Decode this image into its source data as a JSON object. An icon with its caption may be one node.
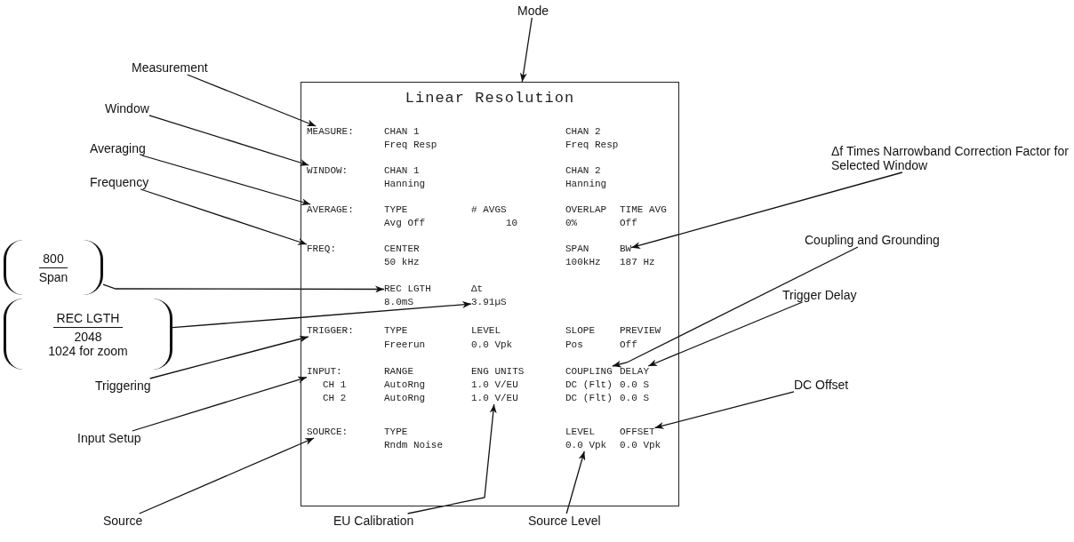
{
  "diagram": {
    "nodes": [
      {
        "text": [
          "Mode"
        ]
      },
      {
        "text": [
          "Measurement"
        ]
      },
      {
        "text": [
          "Linear Resolution"
        ]
      },
      {
        "text": [
          "MEASURE:"
        ],
        "in": 2
      },
      {
        "text": [
          "WINDOW:"
        ],
        "in": 2
      },
      {
        "text": [
          "AVERAGE:"
        ],
        "in": 2
      },
      {
        "text": [
          "FREQ:"
        ],
        "in": 2
      },
      {
        "text": [
          "BW"
        ],
        "in": 2
      },
      {
        "text": [
          "REC LGTH"
        ],
        "in": 2
      },
      {
        "text": [
          "3.91µS"
        ],
        "in": 2
      },
      {
        "text": [
          "TRIGGER:"
        ],
        "in": 2
      },
      {
        "text": [
          "INPUT:"
        ],
        "in": 2
      },
      {
        "text": [
          "COUPLING"
        ],
        "in": 2
      },
      {
        "text": [
          "DELAY"
        ],
        "in": 2
      },
      {
        "text": [
          "1.0 V/EU"
        ],
        "in": 2
      },
      {
        "text": [
          "SOURCE:"
        ],
        "in": 2
      },
      {
        "text": [
          "0.0 Vpk"
        ],
        "in": 2
      },
      {
        "text": [
          "OFFSET"
        ],
        "in": 2
      },
      {
        "text": [
          "Window"
        ]
      },
      {
        "text": [
          "Averaging"
        ]
      },
      {
        "text": [
          "Frequency"
        ]
      },
      {
        "text": [
          "Δf Times Narrowband Correction Factor for Selected Window"
        ]
      },
      {
        "text": [
          "800",
          "Span"
        ]
      },
      {
        "text": [
          "REC LGTH",
          "2048",
          "1024 for zoom"
        ]
      },
      {
        "text": [
          "Coupling and Grounding"
        ]
      },
      {
        "text": [
          "Trigger Delay"
        ]
      },
      {
        "text": [
          "Triggering"
        ]
      },
      {
        "text": [
          "Input Setup"
        ]
      },
      {
        "text": [
          "DC Offset"
        ]
      },
      {
        "text": [
          "Source"
        ]
      },
      {
        "text": [
          "EU Calibration"
        ]
      },
      {
        "text": [
          "Source Level"
        ]
      }
    ],
    "edges": [
      {
        "from": 0,
        "to": 2,
        "arrow": "to"
      },
      {
        "from": 1,
        "to": 3,
        "arrow": "to"
      },
      {
        "from": 18,
        "to": 4,
        "arrow": "to"
      },
      {
        "from": 19,
        "to": 5,
        "arrow": "to"
      },
      {
        "from": 20,
        "to": 6,
        "arrow": "to"
      },
      {
        "from": 21,
        "to": 7,
        "arrow": "to"
      },
      {
        "from": 22,
        "to": 8,
        "arrow": "to"
      },
      {
        "from": 23,
        "to": 9,
        "arrow": "to"
      },
      {
        "from": 24,
        "to": 12,
        "arrow": "to"
      },
      {
        "from": 25,
        "to": 13,
        "arrow": "to"
      },
      {
        "from": 26,
        "to": 10,
        "arrow": "to"
      },
      {
        "from": 27,
        "to": 11,
        "arrow": "to"
      },
      {
        "from": 28,
        "to": 17,
        "arrow": "to"
      },
      {
        "from": 29,
        "to": 15,
        "arrow": "to"
      },
      {
        "from": 30,
        "to": 14,
        "arrow": "to"
      },
      {
        "from": 31,
        "to": 16,
        "arrow": "to"
      }
    ],
    "labels": [
      "CHAN 1",
      "CHAN 2",
      "Freq Resp",
      "Freq Resp",
      "CHAN 1",
      "CHAN 2",
      "Hanning",
      "Hanning",
      "TYPE",
      "# AVGS",
      "OVERLAP",
      "TIME AVG",
      "Avg Off",
      "10",
      "0%",
      "Off",
      "CENTER",
      "SPAN",
      "50 kHz",
      "100kHz",
      "187 Hz",
      "Δt",
      "8.0mS",
      "TYPE",
      "LEVEL",
      "SLOPE",
      "PREVIEW",
      "Freerun",
      "0.0 Vpk",
      "Pos",
      "Off",
      "RANGE",
      "ENG UNITS",
      "CH 1",
      "AutoRng",
      "1.0 V/EU",
      "DC (Flt)",
      "0.0 S",
      "CH 2",
      "AutoRng",
      "DC (Flt)",
      "0.0 S",
      "TYPE",
      "LEVEL",
      "Rndm Noise",
      "0.0 Vpk"
    ]
  }
}
